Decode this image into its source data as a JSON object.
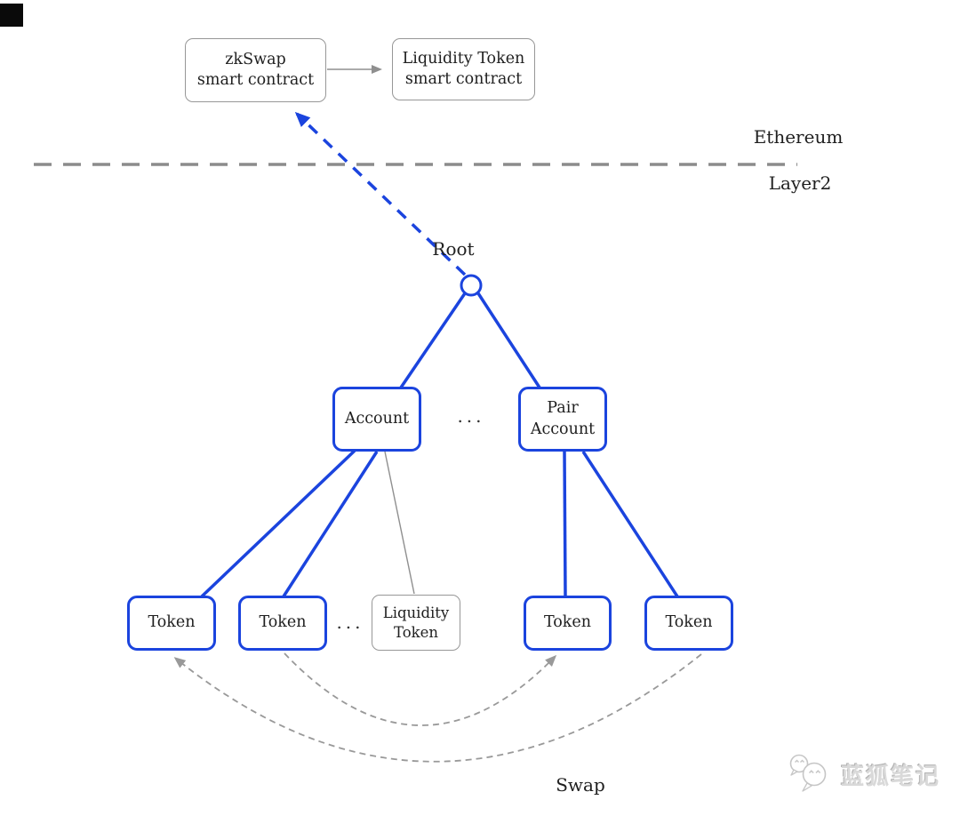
{
  "diagram": {
    "layers": {
      "ethereum": "Ethereum",
      "layer2": "Layer2"
    },
    "labels": {
      "root": "Root",
      "swap": "Swap",
      "ellipsis_accounts": "...",
      "ellipsis_tokens": "..."
    },
    "nodes": {
      "zkswap_contract": {
        "line1": "zkSwap",
        "line2": "smart contract"
      },
      "liquidity_token_contract": {
        "line1": "Liquidity Token",
        "line2": "smart contract"
      },
      "account": {
        "label": "Account"
      },
      "pair_account": {
        "line1": "Pair",
        "line2": "Account"
      },
      "token_a": {
        "label": "Token"
      },
      "token_b": {
        "label": "Token"
      },
      "liquidity_token": {
        "line1": "Liquidity",
        "line2": "Token"
      },
      "token_c": {
        "label": "Token"
      },
      "token_d": {
        "label": "Token"
      }
    },
    "watermark": {
      "text": "蓝狐笔记"
    },
    "colors": {
      "blue": "#1b44de",
      "gray-line": "#8f8f8f",
      "box-gray": "#979797",
      "swap-curve": "#999999",
      "divider": "#8c8c8c",
      "text": "#1f1f1f",
      "watermark": "#d9d9d9"
    }
  }
}
